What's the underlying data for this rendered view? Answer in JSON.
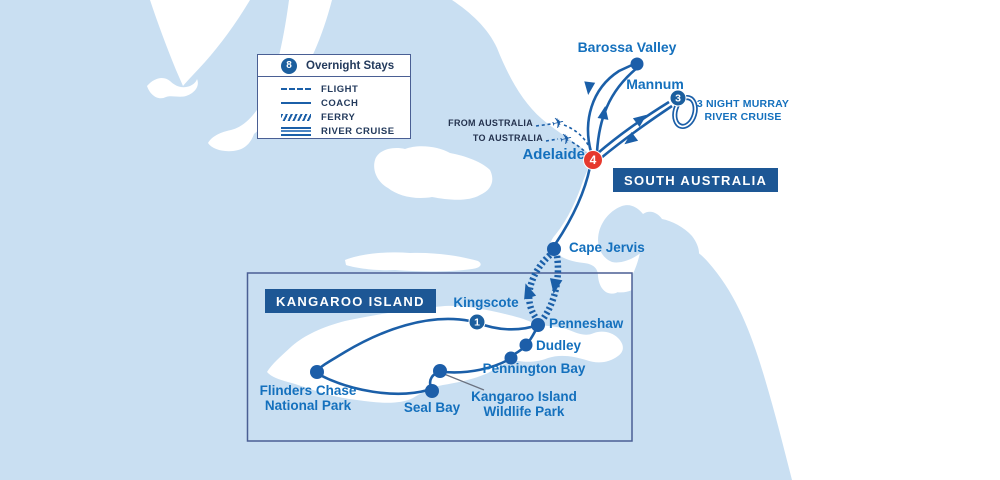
{
  "title": "South Australia tour itinerary map",
  "colors": {
    "sea": "#c9dff2",
    "land": "#ffffff",
    "route_blue": "#1b5fa8",
    "place_label_blue": "#1470bd",
    "navy_text": "#24324e",
    "region_box_blue": "#1d5795",
    "badge_blue": "#1c5f9e",
    "badge_red": "#e6392e",
    "legend_border": "#4a5f94",
    "leader_line_gray": "#6b7280"
  },
  "legend": {
    "total_stays": "8",
    "title": "Overnight Stays",
    "items": [
      {
        "id": "flight",
        "label": "FLIGHT"
      },
      {
        "id": "coach",
        "label": "COACH"
      },
      {
        "id": "ferry",
        "label": "FERRY"
      },
      {
        "id": "river-cruise",
        "label": "RIVER CRUISE"
      }
    ]
  },
  "regions": {
    "south_australia": {
      "label": "SOUTH AUSTRALIA"
    },
    "kangaroo_island": {
      "label": "KANGAROO ISLAND"
    }
  },
  "flight_notes": {
    "from": {
      "label": "FROM AUSTRALIA",
      "icon": "plane-icon"
    },
    "to": {
      "label": "TO AUSTRALIA",
      "icon": "plane-icon"
    }
  },
  "cruise_note": {
    "line1": "3 NIGHT MURRAY",
    "line2": "RIVER CRUISE"
  },
  "places": [
    {
      "id": "barossa-valley",
      "label": "Barossa Valley"
    },
    {
      "id": "mannum",
      "label": "Mannum",
      "nights": "3"
    },
    {
      "id": "adelaide",
      "label": "Adelaide",
      "nights": "4"
    },
    {
      "id": "cape-jervis",
      "label": "Cape Jervis"
    },
    {
      "id": "kingscote",
      "label": "Kingscote",
      "nights": "1"
    },
    {
      "id": "penneshaw",
      "label": "Penneshaw"
    },
    {
      "id": "dudley",
      "label": "Dudley"
    },
    {
      "id": "pennington-bay",
      "label": "Pennington Bay"
    },
    {
      "id": "seal-bay",
      "label": "Seal Bay"
    },
    {
      "id": "flinders-chase",
      "line1": "Flinders Chase",
      "line2": "National Park"
    },
    {
      "id": "ki-wildlife-park",
      "line1": "Kangaroo Island",
      "line2": "Wildlife Park"
    }
  ]
}
